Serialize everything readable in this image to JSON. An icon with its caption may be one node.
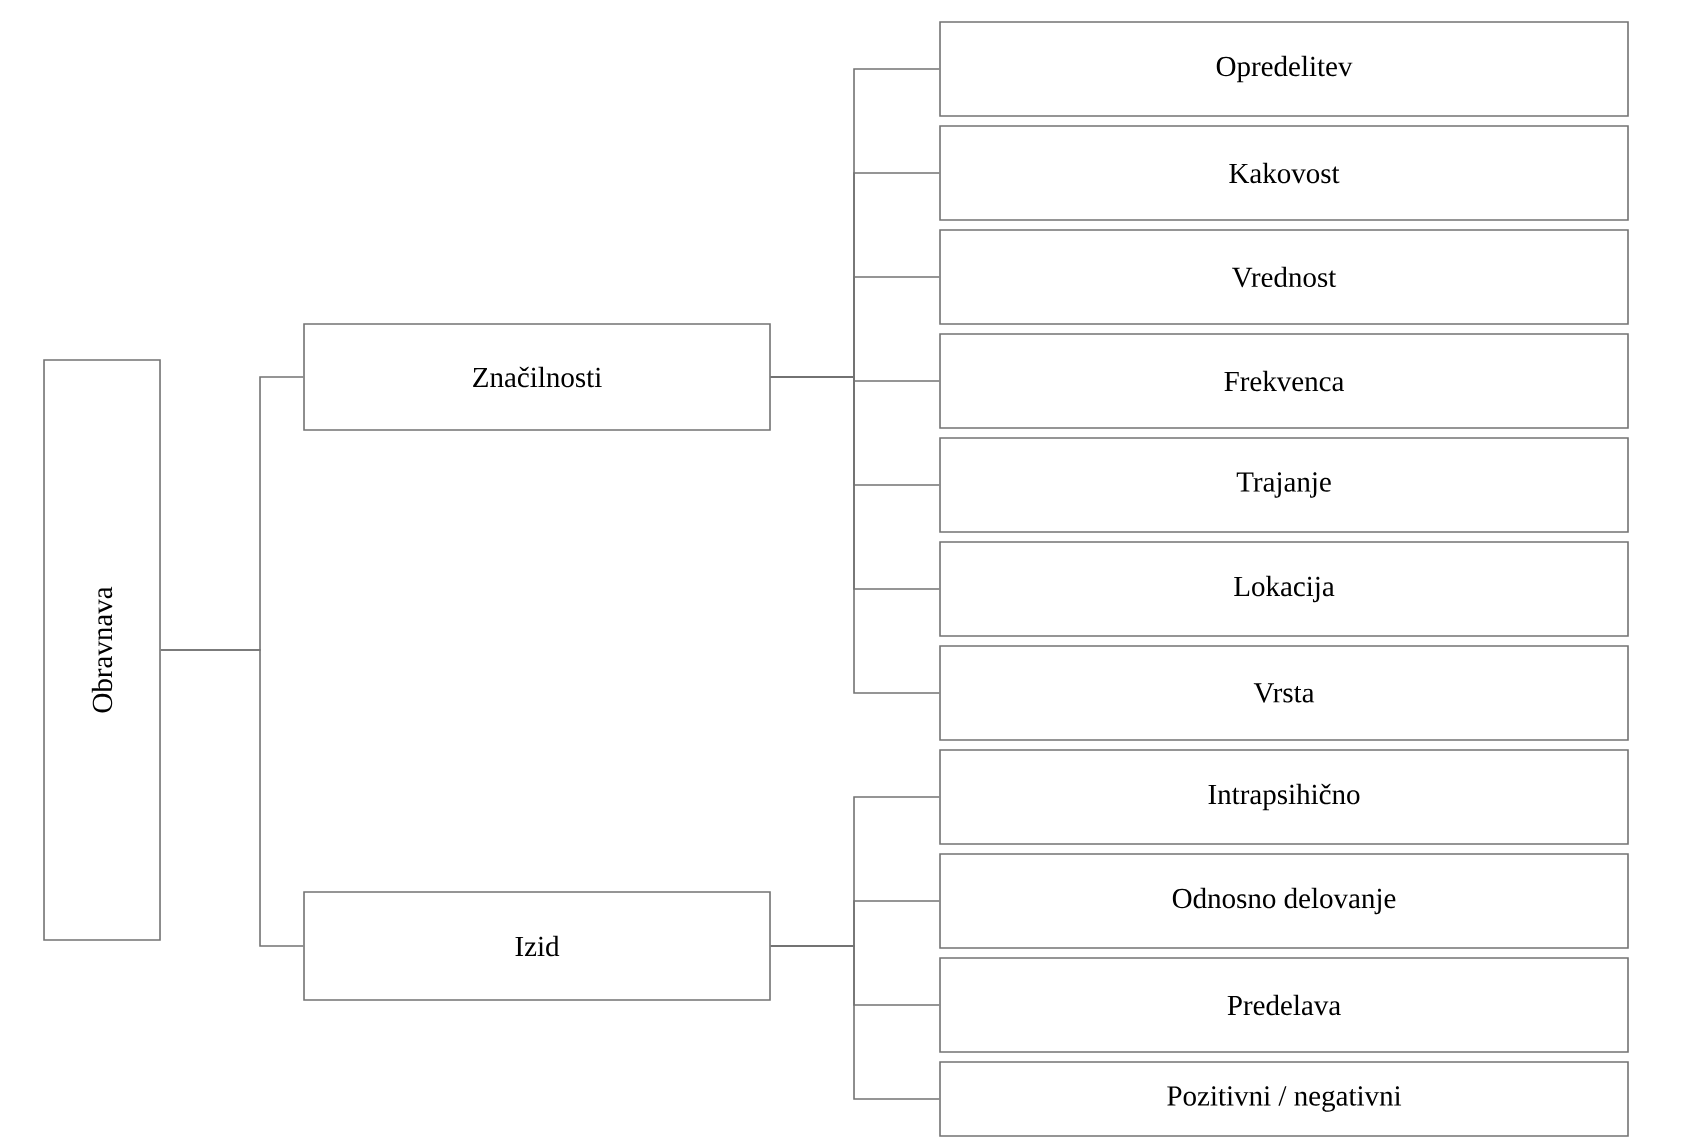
{
  "diagram": {
    "nodes": [
      {
        "text": [
          "Obravnava"
        ]
      },
      {
        "text": [
          "Značilnosti"
        ]
      },
      {
        "text": [
          "Izid"
        ]
      },
      {
        "text": [
          "Opredelitev"
        ]
      },
      {
        "text": [
          "Kakovost"
        ]
      },
      {
        "text": [
          "Vrednost"
        ]
      },
      {
        "text": [
          "Frekvenca"
        ]
      },
      {
        "text": [
          "Trajanje"
        ]
      },
      {
        "text": [
          "Lokacija"
        ]
      },
      {
        "text": [
          "Vrsta"
        ]
      },
      {
        "text": [
          "Intrapsihično"
        ]
      },
      {
        "text": [
          "Odnosno delovanje"
        ]
      },
      {
        "text": [
          "Predelava"
        ]
      },
      {
        "text": [
          "Pozitivni / negativni"
        ]
      }
    ],
    "edges": [
      {
        "from": 0,
        "to": 1,
        "arrow": "none"
      },
      {
        "from": 0,
        "to": 2,
        "arrow": "none"
      },
      {
        "from": 1,
        "to": 3,
        "arrow": "none"
      },
      {
        "from": 1,
        "to": 4,
        "arrow": "none"
      },
      {
        "from": 1,
        "to": 5,
        "arrow": "none"
      },
      {
        "from": 1,
        "to": 6,
        "arrow": "none"
      },
      {
        "from": 1,
        "to": 7,
        "arrow": "none"
      },
      {
        "from": 1,
        "to": 8,
        "arrow": "none"
      },
      {
        "from": 1,
        "to": 9,
        "arrow": "none"
      },
      {
        "from": 2,
        "to": 10,
        "arrow": "none"
      },
      {
        "from": 2,
        "to": 11,
        "arrow": "none"
      },
      {
        "from": 2,
        "to": 12,
        "arrow": "none"
      },
      {
        "from": 2,
        "to": 13,
        "arrow": "none"
      }
    ]
  }
}
